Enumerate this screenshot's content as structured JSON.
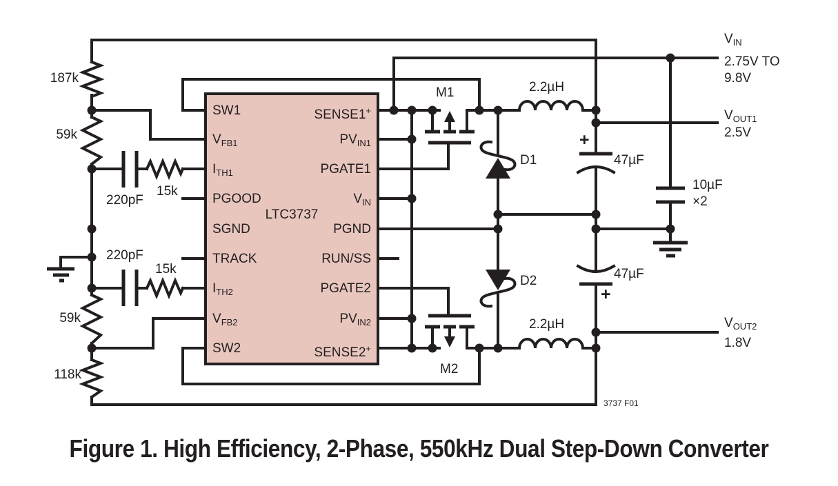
{
  "figure": {
    "caption": "Figure 1. High Efficiency, 2-Phase, 550kHz Dual Step-Down Converter",
    "ref": "3737 F01"
  },
  "colors": {
    "wire": "#231f20",
    "ic_fill": "#e8c6be",
    "background": "#ffffff"
  },
  "ic": {
    "name": "LTC3737",
    "pins_left": [
      {
        "main": "SW1"
      },
      {
        "main": "V",
        "sub": "FB1"
      },
      {
        "main": "I",
        "sub": "TH1"
      },
      {
        "main": "PGOOD"
      },
      {
        "main": "SGND"
      },
      {
        "main": "TRACK"
      },
      {
        "main": "I",
        "sub": "TH2"
      },
      {
        "main": "V",
        "sub": "FB2"
      },
      {
        "main": "SW2"
      }
    ],
    "pins_right": [
      {
        "main": "SENSE1",
        "sup": "+"
      },
      {
        "main": "PV",
        "sub": "IN1"
      },
      {
        "main": "PGATE1"
      },
      {
        "main": "V",
        "sub": "IN"
      },
      {
        "main": "PGND"
      },
      {
        "main": "RUN/SS"
      },
      {
        "main": "PGATE2"
      },
      {
        "main": "PV",
        "sub": "IN2"
      },
      {
        "main": "SENSE2",
        "sup": "+"
      }
    ]
  },
  "components": {
    "r_top1": "187k",
    "r_fb1": "59k",
    "c_comp1": "220pF",
    "r_comp1": "15k",
    "c_comp2": "220pF",
    "r_comp2": "15k",
    "r_fb2": "59k",
    "r_bot2": "118k",
    "mosfet1": "M1",
    "mosfet2": "M2",
    "diode1": "D1",
    "diode2": "D2",
    "inductor1": "2.2µH",
    "inductor2": "2.2µH",
    "cout1": "47µF",
    "cout2": "47µF",
    "cin_value": "10µF",
    "cin_mult": "×2",
    "plus1": "+",
    "plus2": "+"
  },
  "ports": {
    "vin": {
      "main": "V",
      "sub": "IN",
      "range_line1": "2.75V TO",
      "range_line2": "9.8V"
    },
    "vout1": {
      "main": "V",
      "sub": "OUT1",
      "value": "2.5V"
    },
    "vout2": {
      "main": "V",
      "sub": "OUT2",
      "value": "1.8V"
    }
  }
}
